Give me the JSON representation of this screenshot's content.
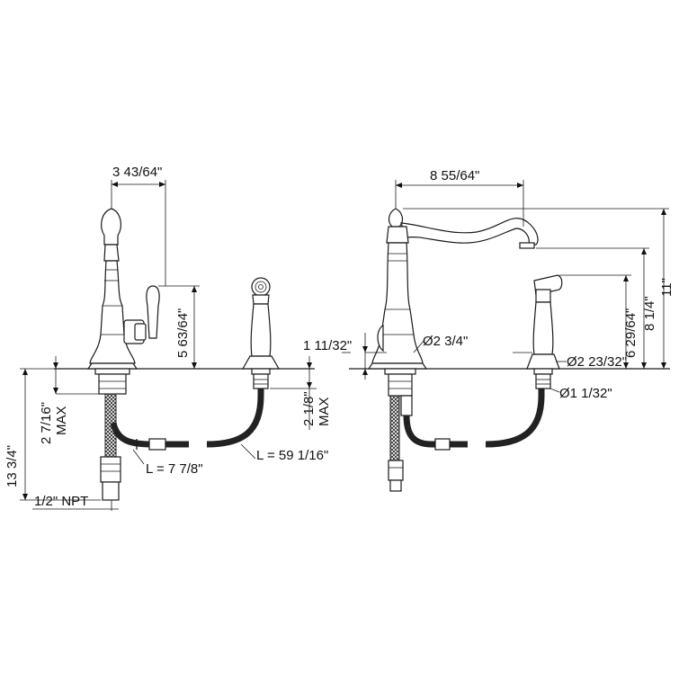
{
  "front_view": {
    "spout_reach": "3 43/64\"",
    "lever_height": "5 63/64\"",
    "overall_depth": "13 3/4\"",
    "deck_max": "2 7/16\"",
    "max_label": "MAX",
    "sprayer_deck_max": "2 1/8\"",
    "hose_faucet": "L = 7 7/8\"",
    "hose_sprayer": "L = 59 1/16\"",
    "npt": "1/2\" NPT"
  },
  "side_view": {
    "spout_reach": "8 55/64\"",
    "overall_height": "11\"",
    "spout_height": "8 1/4\"",
    "sprayer_height": "6 29/64\"",
    "base_height": "1 11/32\"",
    "faucet_diameter": "Ø2 3/4\"",
    "sprayer_diameter": "Ø2 23/32\"",
    "hole_diameter": "Ø1 1/32\""
  }
}
